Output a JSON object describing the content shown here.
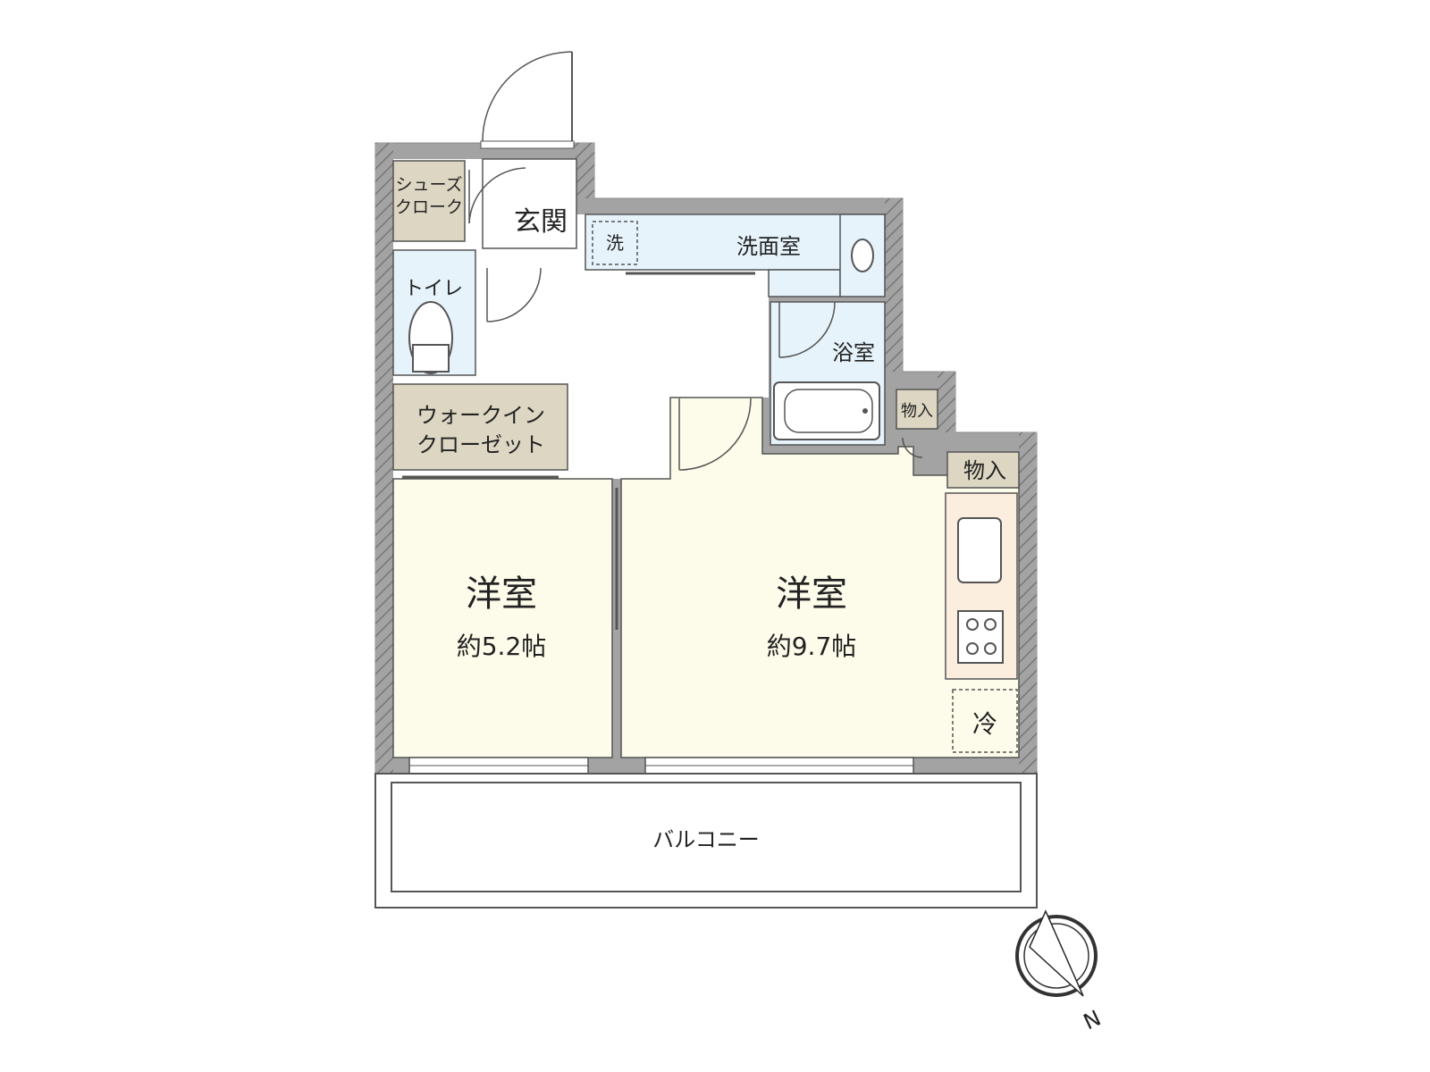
{
  "rooms": {
    "shoe_closet": {
      "line1": "シューズ",
      "line2": "クローク"
    },
    "entrance": "玄関",
    "toilet": "トイレ",
    "washroom": "洗面室",
    "washer": "洗",
    "bathroom": "浴室",
    "walkin_closet": {
      "line1": "ウォークイン",
      "line2": "クローゼット"
    },
    "storage_small": "物入",
    "storage": "物入",
    "western_left": {
      "name": "洋室",
      "size": "約5.2帖"
    },
    "western_right": {
      "name": "洋室",
      "size": "約9.7帖"
    },
    "fridge": "冷",
    "balcony": "バルコニー"
  },
  "compass": {
    "label": "N"
  },
  "colors": {
    "wall": "#a3a3a3",
    "western": "#fdfbea",
    "wet": "#e6f3fb",
    "closet": "#dcd6c2",
    "kitchen": "#fbeede",
    "outline": "#555555"
  }
}
